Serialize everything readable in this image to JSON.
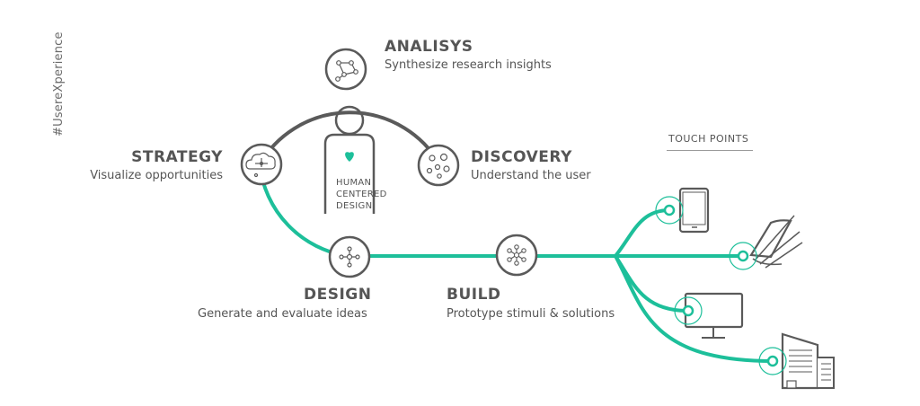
{
  "hashtag": "#UsereXperience",
  "center": {
    "lines": [
      "HUMAN",
      "CENTERED",
      "DESIGN"
    ]
  },
  "stages": {
    "analysis": {
      "title": "ANALISYS",
      "subtitle": "Synthesize research insights",
      "icon": "network-graph-icon"
    },
    "discovery": {
      "title": "DISCOVERY",
      "subtitle": "Understand the user",
      "icon": "dots-cluster-icon"
    },
    "strategy": {
      "title": "STRATEGY",
      "subtitle": "Visualize opportunities",
      "icon": "cloud-network-icon"
    },
    "design": {
      "title": "DESIGN",
      "subtitle": "Generate and evaluate ideas",
      "icon": "hub-nodes-icon"
    },
    "build": {
      "title": "BUILD",
      "subtitle": "Prototype stimuli & solutions",
      "icon": "molecule-icon"
    }
  },
  "touch_points": {
    "title": "TOUCH POINTS",
    "devices": [
      "tablet-icon",
      "book-icon",
      "monitor-icon",
      "building-icon"
    ]
  },
  "colors": {
    "accent": "#1dbf9a",
    "line": "#5a5a5a",
    "text": "#555555"
  }
}
